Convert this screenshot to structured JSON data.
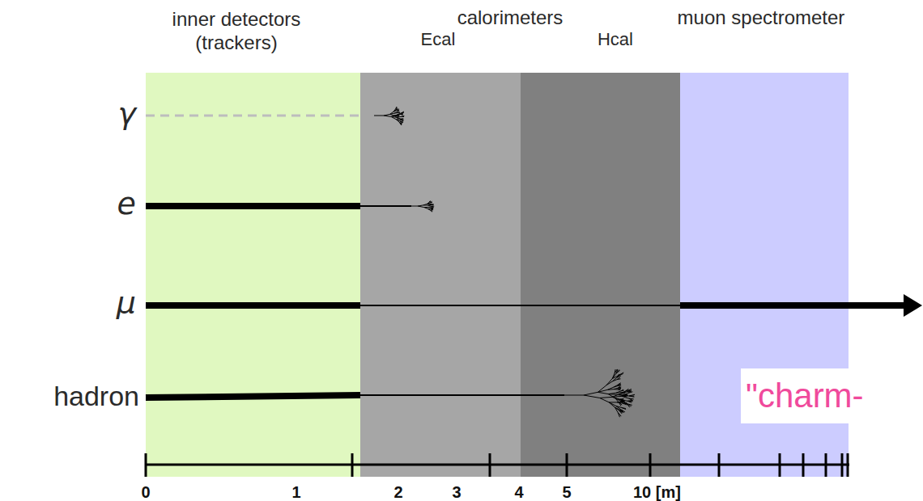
{
  "diagram": {
    "nodes": [
      {
        "text": [
          "inner detectors (trackers)"
        ]
      },
      {
        "text": [
          "Ecal"
        ]
      },
      {
        "text": [
          "Hcal"
        ]
      },
      {
        "text": [
          "muon spectrometer"
        ]
      }
    ],
    "labels": [
      "calorimeters",
      "γ",
      "e",
      "μ",
      "hadron",
      "0",
      "1",
      "2",
      "3",
      "4",
      "5",
      "10 [m]",
      "\"charm-"
    ]
  }
}
